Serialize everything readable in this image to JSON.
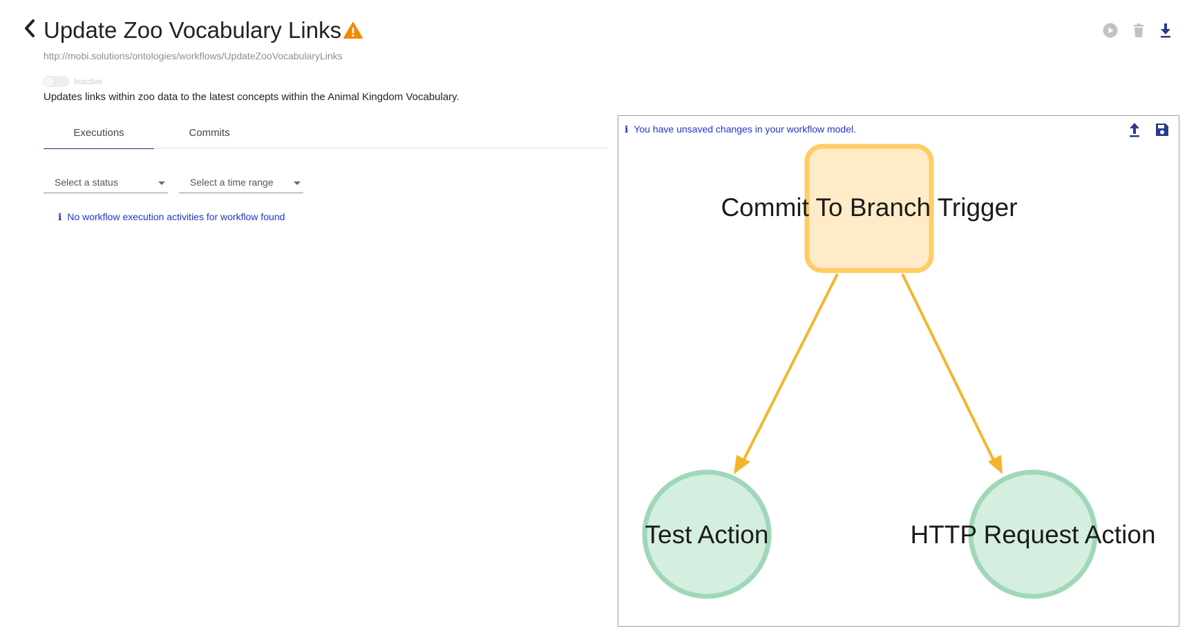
{
  "header": {
    "title": "Update Zoo Vocabulary Links",
    "iri": "http://mobi.solutions/ontologies/workflows/UpdateZooVocabularyLinks",
    "active_label": "Inactive",
    "active": false,
    "description": "Updates links within zoo data to the latest concepts within the Animal Kingdom Vocabulary.",
    "icons": [
      "chevron-left-icon",
      "warning-icon",
      "play-circle-icon",
      "trash-icon",
      "download-icon"
    ]
  },
  "tabs": [
    {
      "label": "Executions",
      "selected": true
    },
    {
      "label": "Commits",
      "selected": false
    }
  ],
  "filters": {
    "status_placeholder": "Select a status",
    "time_placeholder": "Select a time range"
  },
  "executions": {
    "empty_message": "No workflow execution activities for workflow found"
  },
  "editor": {
    "unsaved_message": "You have unsaved changes in your workflow model.",
    "icons": [
      "upload-icon",
      "save-icon"
    ],
    "nodes": {
      "trigger": {
        "label": "Commit To Branch Trigger",
        "shape": "rounded-square"
      },
      "action1": {
        "label": "Test Action",
        "shape": "circle"
      },
      "action2": {
        "label": "HTTP Request Action",
        "shape": "circle"
      }
    },
    "edges": [
      {
        "from": "Commit To Branch Trigger",
        "to": "Test Action"
      },
      {
        "from": "Commit To Branch Trigger",
        "to": "HTTP Request Action"
      }
    ]
  },
  "colors": {
    "accent": "#2b3a8c",
    "info": "#2234c9",
    "warning": "#f08a00",
    "trigger_fill": "#ffebc8",
    "trigger_stroke": "#ffcc66",
    "action_fill": "#d4eedf",
    "action_stroke": "#9fd8b8",
    "edge": "#f5b52b"
  }
}
